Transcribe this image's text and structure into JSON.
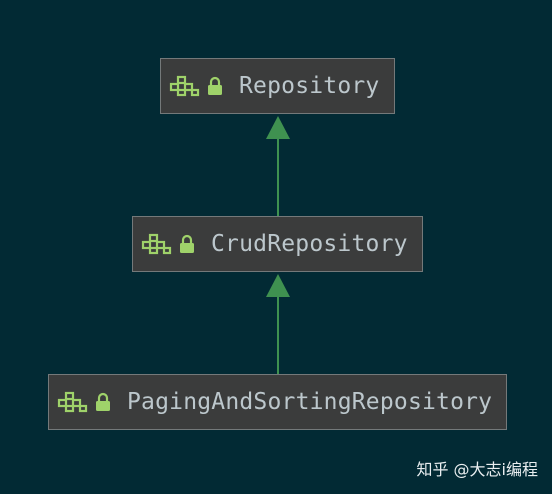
{
  "nodes": [
    {
      "id": "repository",
      "label": "Repository",
      "type": "interface",
      "visibility": "locked"
    },
    {
      "id": "crud",
      "label": "CrudRepository",
      "type": "interface",
      "visibility": "locked"
    },
    {
      "id": "paging",
      "label": "PagingAndSortingRepository",
      "type": "interface",
      "visibility": "locked"
    }
  ],
  "edges": [
    {
      "from": "crud",
      "to": "repository",
      "kind": "extends"
    },
    {
      "from": "paging",
      "to": "crud",
      "kind": "extends"
    }
  ],
  "colors": {
    "background": "#022a34",
    "node_fill": "#3b3c3c",
    "node_border": "#74797a",
    "label": "#bcc7cc",
    "icon_green": "#9fd26a",
    "arrow": "#3f9150"
  },
  "icons": {
    "type_icon": "interface-hierarchy-icon",
    "visibility_icon": "lock-icon"
  },
  "watermark": "知乎 @大志i编程"
}
